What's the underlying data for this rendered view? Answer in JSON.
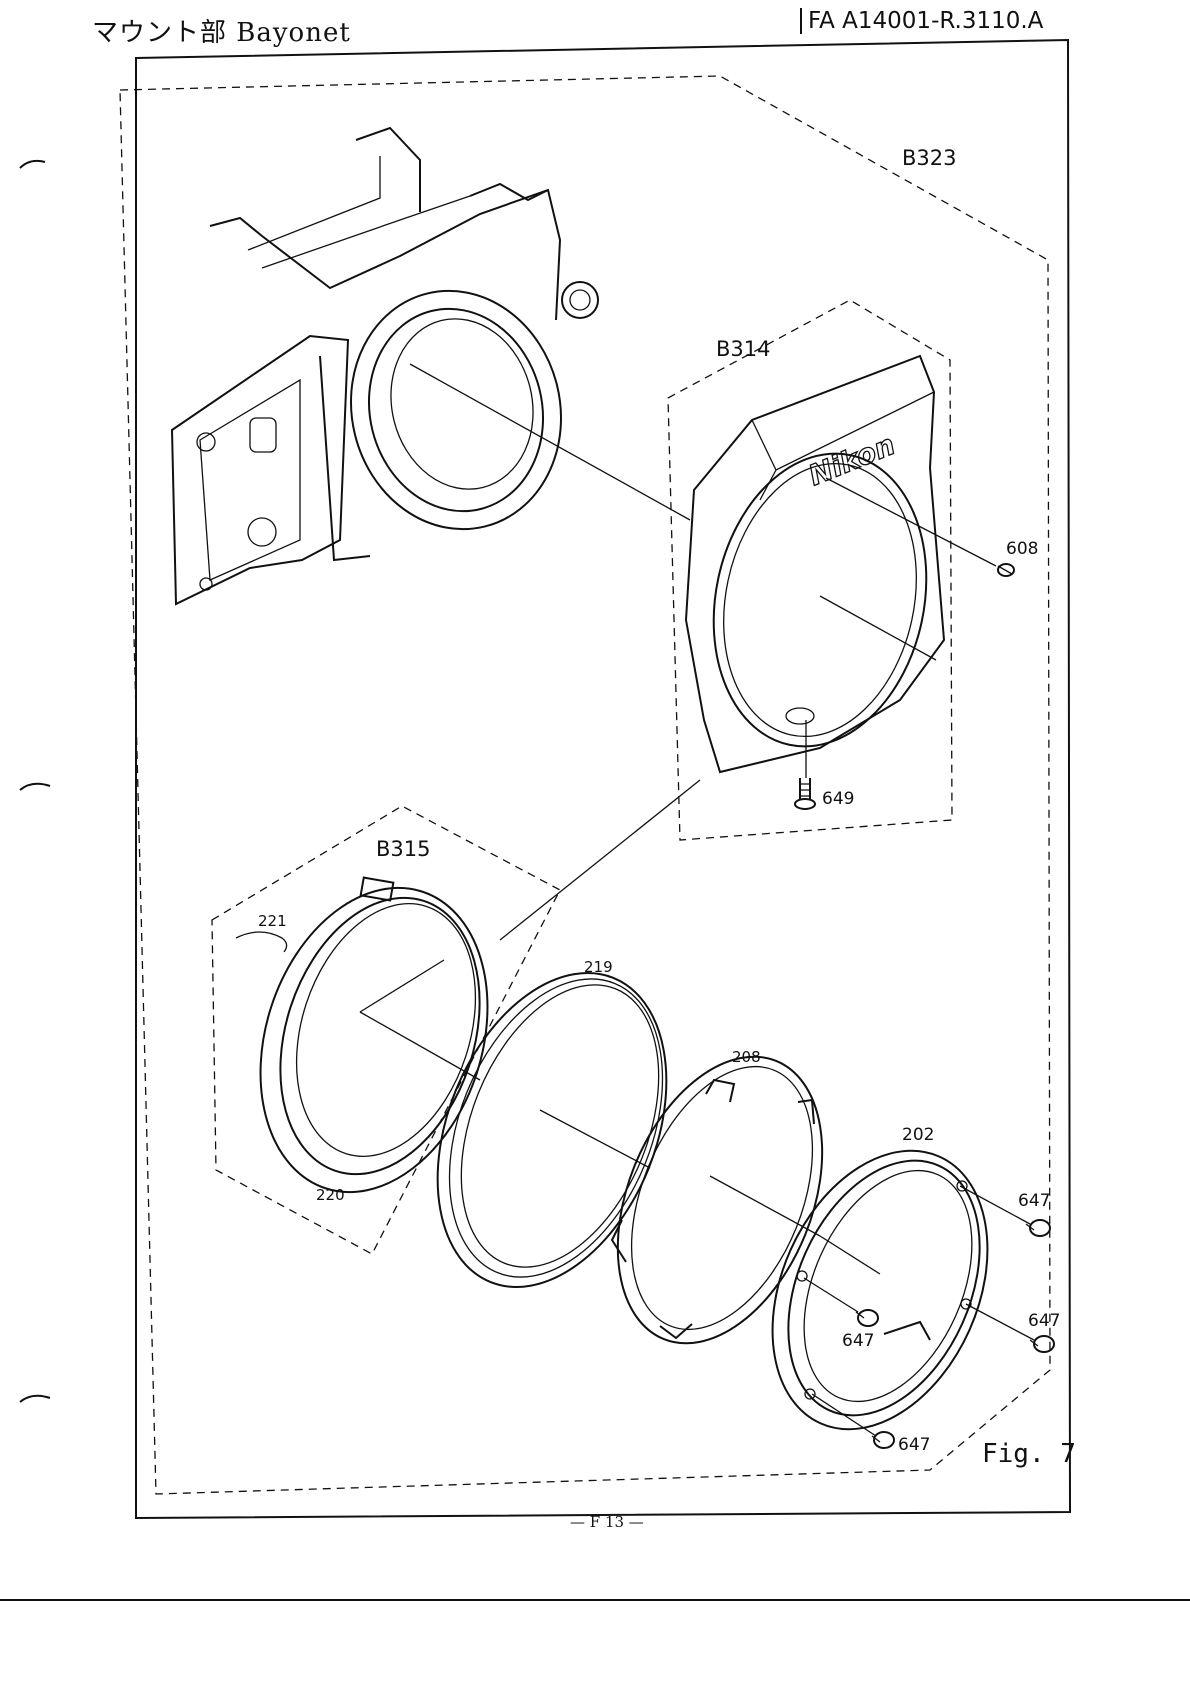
{
  "header": {
    "title": "マウント部 Bayonet",
    "doc_number": "FA A14001-R.3110.A"
  },
  "footer": {
    "page": "— F 13 —"
  },
  "figure": {
    "label": "Fig. 7"
  },
  "callouts": {
    "B323": "B323",
    "B314": "B314",
    "B315": "B315",
    "p608": "608",
    "p649": "649",
    "p221": "221",
    "p219": "219",
    "p208": "208",
    "p202": "202",
    "p220": "220",
    "p647a": "647",
    "p647b": "647",
    "p647c": "647",
    "p647d": "647"
  },
  "logo_text": "Nikon"
}
